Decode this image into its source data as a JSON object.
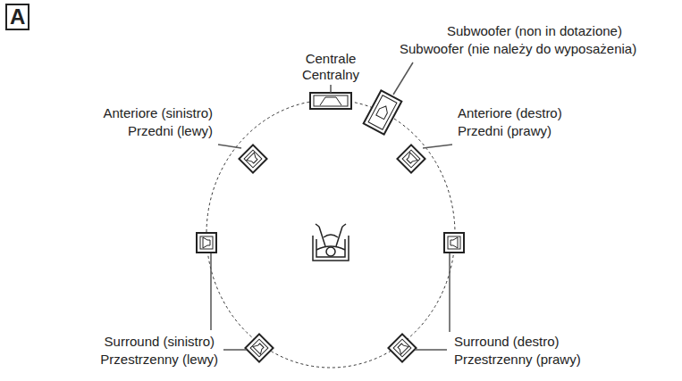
{
  "diagram": {
    "labels": [
      "A",
      "Centrale",
      "Centralny",
      "Subwoofer (non in dotazione)",
      "Subwoofer (nie należy do wyposażenia)",
      "Anteriore (sinistro)",
      "Przedni (lewy)",
      "Anteriore (destro)",
      "Przedni (prawy)",
      "Surround (sinistro)",
      "Przestrzenny (lewy)",
      "Surround (destro)",
      "Przestrzenny (prawy)"
    ]
  }
}
